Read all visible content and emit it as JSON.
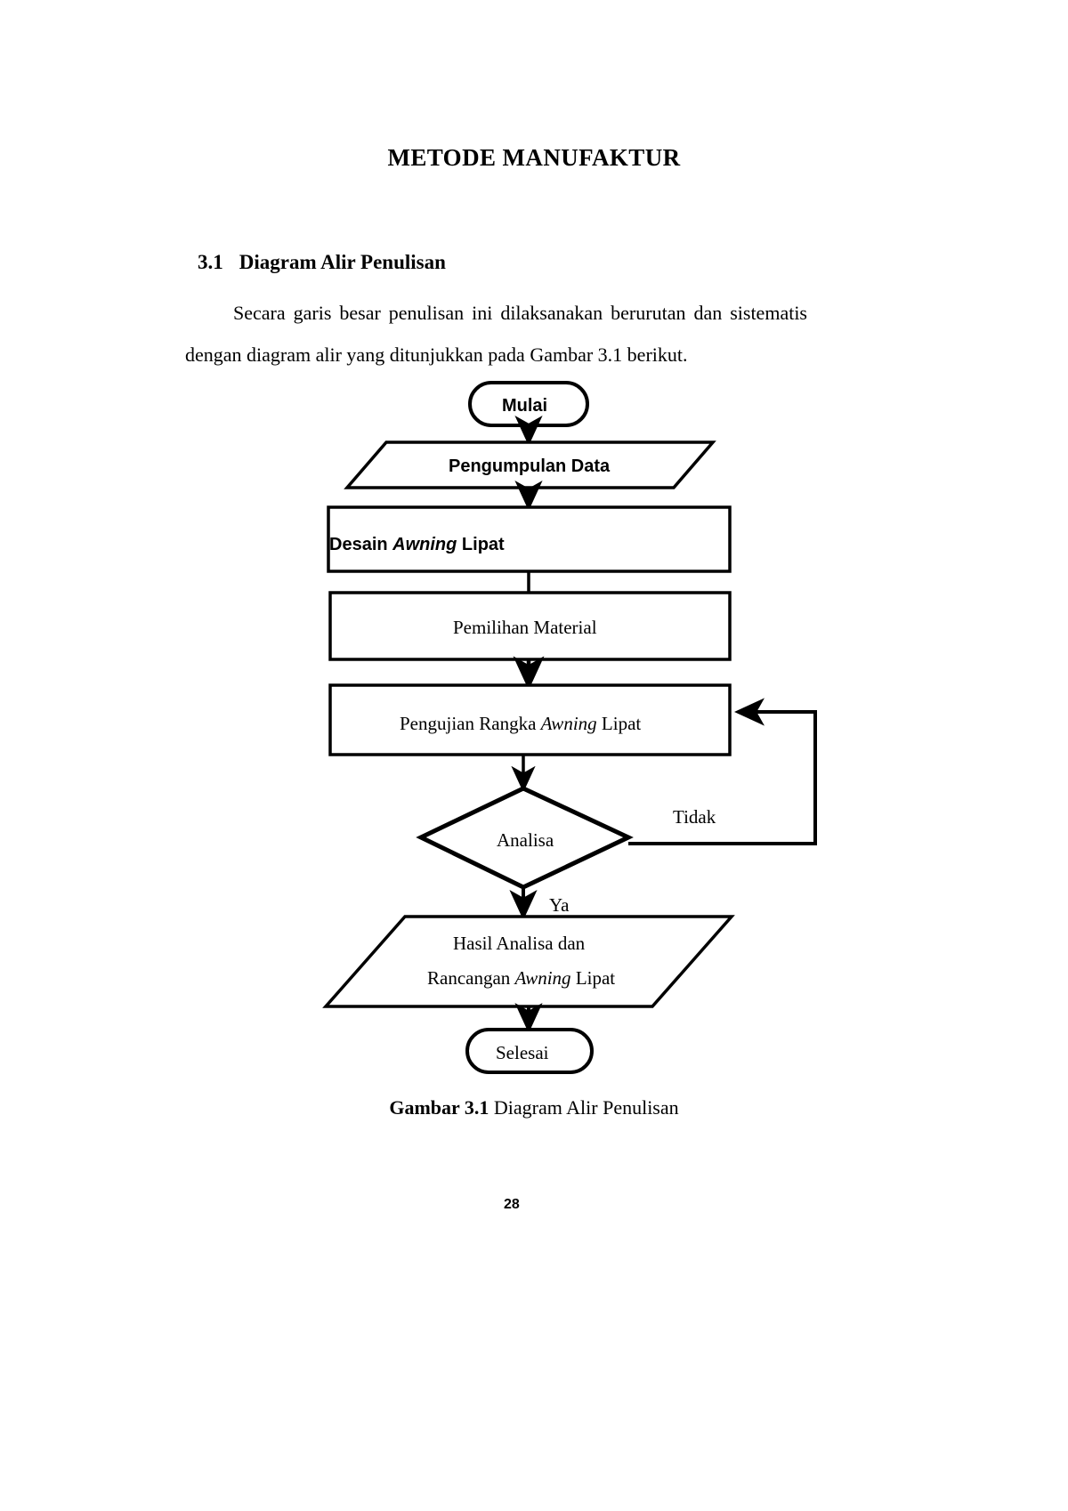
{
  "document": {
    "title": "METODE MANUFAKTUR",
    "section": {
      "number": "3.1",
      "heading": "Diagram Alir Penulisan"
    },
    "paragraph": {
      "line1": "Secara garis besar penulisan ini dilaksanakan berurutan dan sistematis",
      "line2": "dengan diagram alir yang ditunjukkan pada Gambar 3.1 berikut."
    },
    "figure_caption": {
      "label": "Gambar 3.1",
      "text": "Diagram Alir Penulisan"
    },
    "page_number": "28"
  },
  "flowchart": {
    "title": "Diagram Alir Penulisan",
    "type": "flowchart",
    "nodes": [
      {
        "id": "mulai",
        "shape": "terminator",
        "label": "Mulai"
      },
      {
        "id": "pengumpulan",
        "shape": "parallelogram",
        "label": "Pengumpulan Data"
      },
      {
        "id": "desain",
        "shape": "process",
        "label_pre": "Desain ",
        "label_em": "Awning",
        "label_post": " Lipat"
      },
      {
        "id": "pemilihan",
        "shape": "process",
        "label": "Pemilihan Material"
      },
      {
        "id": "pengujian",
        "shape": "process",
        "label_pre": "Pengujian Rangka ",
        "label_em": "Awning",
        "label_post": " Lipat"
      },
      {
        "id": "analisa",
        "shape": "decision",
        "label": "Analisa"
      },
      {
        "id": "hasil",
        "shape": "parallelogram",
        "label_line1": "Hasil Analisa dan",
        "label_pre": "Rancangan ",
        "label_em": "Awning",
        "label_post": " Lipat"
      },
      {
        "id": "selesai",
        "shape": "terminator",
        "label": "Selesai"
      }
    ],
    "edges": [
      {
        "from": "mulai",
        "to": "pengumpulan",
        "label": ""
      },
      {
        "from": "pengumpulan",
        "to": "desain",
        "label": ""
      },
      {
        "from": "desain",
        "to": "pemilihan",
        "label": ""
      },
      {
        "from": "pemilihan",
        "to": "pengujian",
        "label": ""
      },
      {
        "from": "pengujian",
        "to": "analisa",
        "label": ""
      },
      {
        "from": "analisa",
        "to": "pengujian",
        "label": "Tidak"
      },
      {
        "from": "analisa",
        "to": "hasil",
        "label": "Ya"
      },
      {
        "from": "hasil",
        "to": "selesai",
        "label": ""
      }
    ],
    "edge_labels": {
      "tidak": "Tidak",
      "ya": "Ya"
    },
    "colors": {
      "stroke": "#000000",
      "fill": "#ffffff",
      "text": "#000000"
    }
  }
}
